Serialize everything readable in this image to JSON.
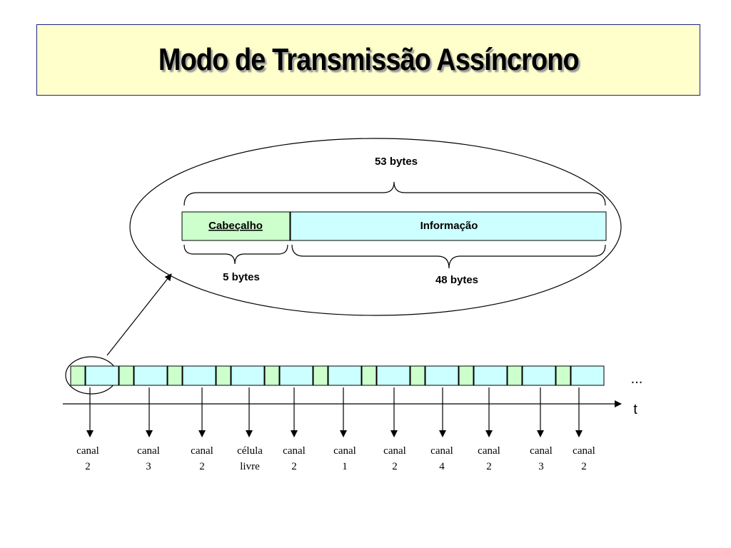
{
  "title": "Modo de Transmissão Assíncrono",
  "cell": {
    "total_label": "53 bytes",
    "header_label": "Cabeçalho",
    "header_size_label": "5 bytes",
    "payload_label": "Informação",
    "payload_size_label": "48 bytes"
  },
  "stream": {
    "ellipsis": "...",
    "time_label": "t",
    "channels": [
      {
        "line1": "canal",
        "line2": "2"
      },
      {
        "line1": "canal",
        "line2": "3"
      },
      {
        "line1": "canal",
        "line2": "2"
      },
      {
        "line1": "célula",
        "line2": "livre"
      },
      {
        "line1": "canal",
        "line2": "2"
      },
      {
        "line1": "canal",
        "line2": "1"
      },
      {
        "line1": "canal",
        "line2": "2"
      },
      {
        "line1": "canal",
        "line2": "4"
      },
      {
        "line1": "canal",
        "line2": "2"
      },
      {
        "line1": "canal",
        "line2": "3"
      },
      {
        "line1": "canal",
        "line2": "2"
      }
    ]
  },
  "colors": {
    "header_fill": "#ccffcc",
    "payload_fill": "#ccffff",
    "title_bg": "#ffffcc",
    "title_border": "#1a237e"
  }
}
